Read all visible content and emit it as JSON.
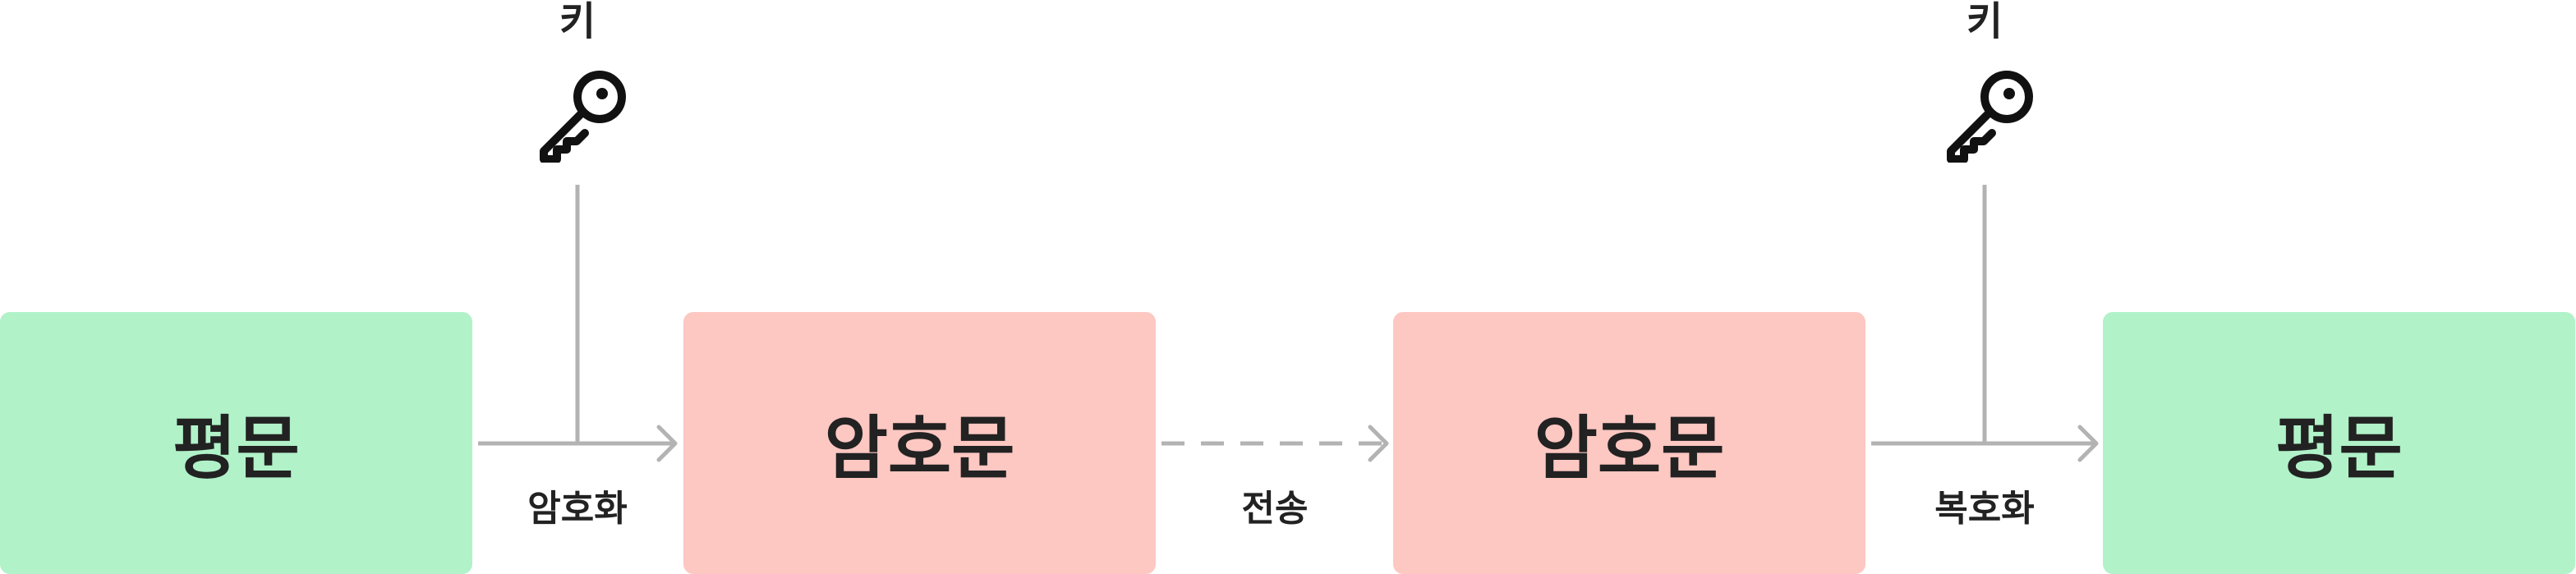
{
  "nodes": {
    "plaintext_left": "평문",
    "ciphertext_left": "암호문",
    "ciphertext_right": "암호문",
    "plaintext_right": "평문"
  },
  "edges": {
    "encrypt": "암호화",
    "transmit": "전송",
    "decrypt": "복호화"
  },
  "keys": {
    "encrypt_key": "키",
    "decrypt_key": "키"
  },
  "colors": {
    "plaintext": "#b1f2c9",
    "ciphertext": "#fdc7c2",
    "connector": "#b3b3b3",
    "text": "#222222"
  },
  "icons": {
    "key": "key-icon"
  }
}
